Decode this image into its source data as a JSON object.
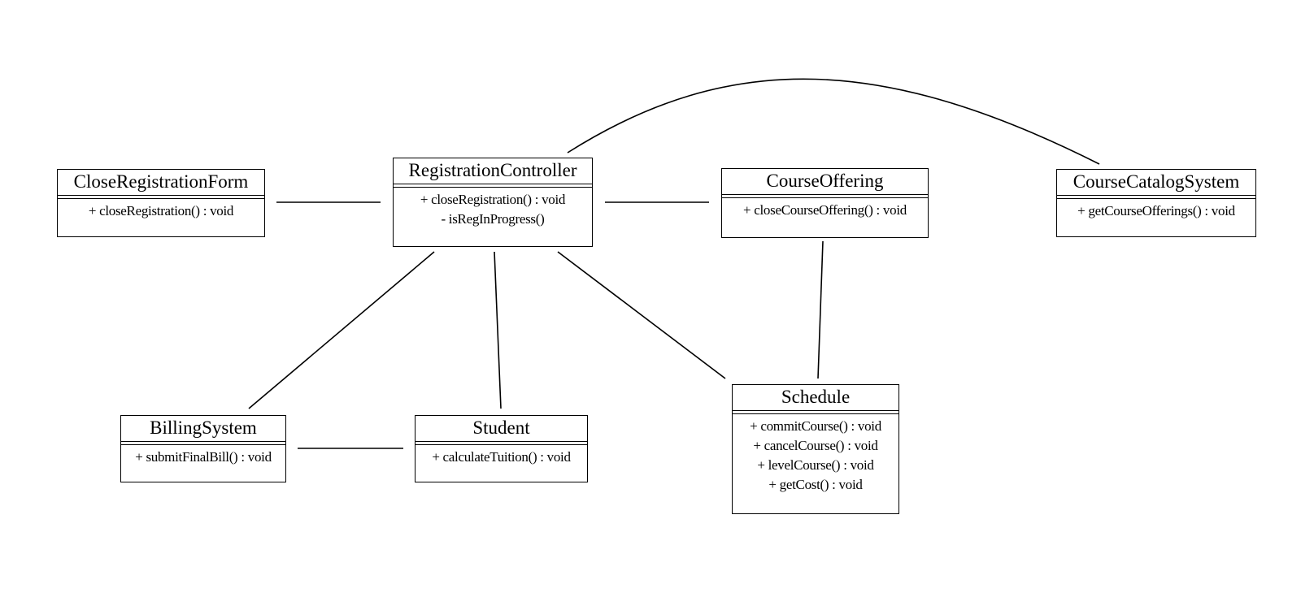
{
  "classes": {
    "close_registration_form": {
      "name": "CloseRegistrationForm",
      "operations": [
        "+ closeRegistration() : void"
      ]
    },
    "registration_controller": {
      "name": "RegistrationController",
      "operations": [
        "+ closeRegistration() : void",
        "- isRegInProgress()"
      ]
    },
    "course_offering": {
      "name": "CourseOffering",
      "operations": [
        "+ closeCourseOffering() : void"
      ]
    },
    "course_catalog_system": {
      "name": "CourseCatalogSystem",
      "operations": [
        "+ getCourseOfferings() : void"
      ]
    },
    "billing_system": {
      "name": "BillingSystem",
      "operations": [
        "+ submitFinalBill() : void"
      ]
    },
    "student": {
      "name": "Student",
      "operations": [
        "+ calculateTuition() : void"
      ]
    },
    "schedule": {
      "name": "Schedule",
      "operations": [
        "+ commitCourse() : void",
        "+ cancelCourse() : void",
        "+ levelCourse() : void",
        "+ getCost() : void"
      ]
    }
  },
  "associations": [
    {
      "from": "CloseRegistrationForm",
      "to": "RegistrationController"
    },
    {
      "from": "RegistrationController",
      "to": "CourseOffering"
    },
    {
      "from": "RegistrationController",
      "to": "CourseCatalogSystem"
    },
    {
      "from": "RegistrationController",
      "to": "BillingSystem"
    },
    {
      "from": "RegistrationController",
      "to": "Student"
    },
    {
      "from": "RegistrationController",
      "to": "Schedule"
    },
    {
      "from": "CourseOffering",
      "to": "Schedule"
    },
    {
      "from": "BillingSystem",
      "to": "Student"
    }
  ]
}
